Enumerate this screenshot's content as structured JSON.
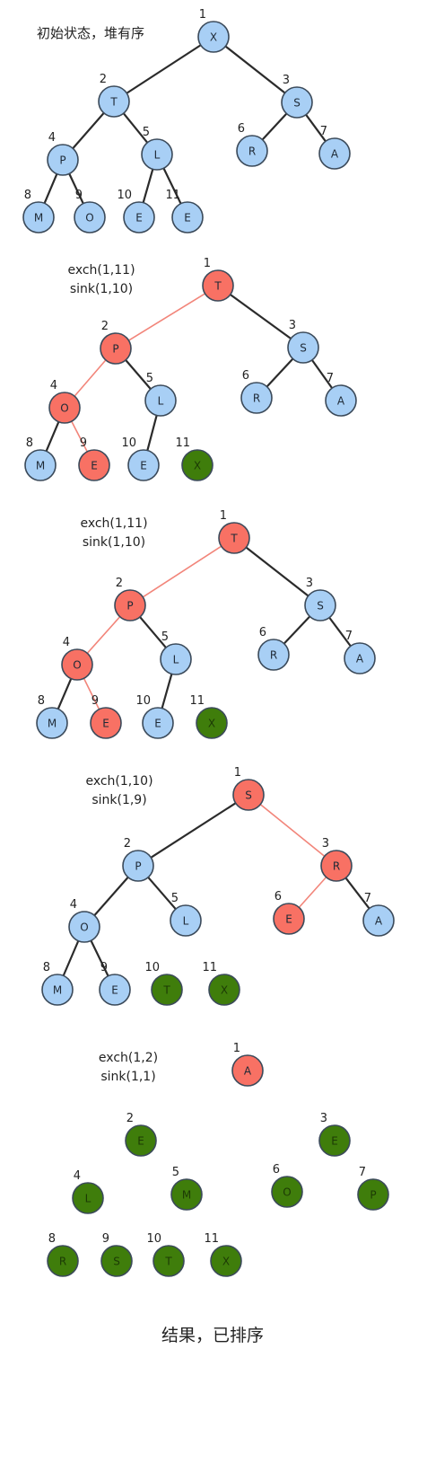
{
  "title_initial": "初始状态，堆有序",
  "title_final": "结果，已排序",
  "colors": {
    "blue": "#a8cff5",
    "red": "#f87164",
    "green": "#3f7d0b",
    "edge_dark": "#2b2b2b",
    "edge_red": "#f2857a",
    "node_stroke": "#3b4a5a"
  },
  "stages": [
    {
      "caption": [
        "",
        ""
      ],
      "nodes": [
        {
          "i": 1,
          "letter": "X",
          "state": "blue"
        },
        {
          "i": 2,
          "letter": "T",
          "state": "blue"
        },
        {
          "i": 3,
          "letter": "S",
          "state": "blue"
        },
        {
          "i": 4,
          "letter": "P",
          "state": "blue"
        },
        {
          "i": 5,
          "letter": "L",
          "state": "blue"
        },
        {
          "i": 6,
          "letter": "R",
          "state": "blue"
        },
        {
          "i": 7,
          "letter": "A",
          "state": "blue"
        },
        {
          "i": 8,
          "letter": "M",
          "state": "blue"
        },
        {
          "i": 9,
          "letter": "O",
          "state": "blue"
        },
        {
          "i": 10,
          "letter": "E",
          "state": "blue"
        },
        {
          "i": 11,
          "letter": "E",
          "state": "blue"
        }
      ],
      "edges": [
        {
          "from": 1,
          "to": 2,
          "style": "dark"
        },
        {
          "from": 1,
          "to": 3,
          "style": "dark"
        },
        {
          "from": 2,
          "to": 4,
          "style": "dark"
        },
        {
          "from": 2,
          "to": 5,
          "style": "dark"
        },
        {
          "from": 3,
          "to": 6,
          "style": "dark"
        },
        {
          "from": 3,
          "to": 7,
          "style": "dark"
        },
        {
          "from": 4,
          "to": 8,
          "style": "dark"
        },
        {
          "from": 4,
          "to": 9,
          "style": "dark"
        },
        {
          "from": 5,
          "to": 10,
          "style": "dark"
        },
        {
          "from": 5,
          "to": 11,
          "style": "dark"
        }
      ]
    },
    {
      "caption": [
        "exch(1,11)",
        "sink(1,10)"
      ],
      "nodes": [
        {
          "i": 1,
          "letter": "T",
          "state": "red"
        },
        {
          "i": 2,
          "letter": "P",
          "state": "red"
        },
        {
          "i": 3,
          "letter": "S",
          "state": "blue"
        },
        {
          "i": 4,
          "letter": "O",
          "state": "red"
        },
        {
          "i": 5,
          "letter": "L",
          "state": "blue"
        },
        {
          "i": 6,
          "letter": "R",
          "state": "blue"
        },
        {
          "i": 7,
          "letter": "A",
          "state": "blue"
        },
        {
          "i": 8,
          "letter": "M",
          "state": "blue"
        },
        {
          "i": 9,
          "letter": "E",
          "state": "red"
        },
        {
          "i": 10,
          "letter": "E",
          "state": "blue"
        },
        {
          "i": 11,
          "letter": "X",
          "state": "green"
        }
      ],
      "edges": [
        {
          "from": 1,
          "to": 2,
          "style": "red"
        },
        {
          "from": 1,
          "to": 3,
          "style": "dark"
        },
        {
          "from": 2,
          "to": 4,
          "style": "red"
        },
        {
          "from": 2,
          "to": 5,
          "style": "dark"
        },
        {
          "from": 3,
          "to": 6,
          "style": "dark"
        },
        {
          "from": 3,
          "to": 7,
          "style": "dark"
        },
        {
          "from": 4,
          "to": 8,
          "style": "dark"
        },
        {
          "from": 4,
          "to": 9,
          "style": "red"
        },
        {
          "from": 5,
          "to": 10,
          "style": "dark"
        }
      ]
    },
    {
      "caption": [
        "exch(1,11)",
        "sink(1,10)"
      ],
      "nodes": [
        {
          "i": 1,
          "letter": "T",
          "state": "red"
        },
        {
          "i": 2,
          "letter": "P",
          "state": "red"
        },
        {
          "i": 3,
          "letter": "S",
          "state": "blue"
        },
        {
          "i": 4,
          "letter": "O",
          "state": "red"
        },
        {
          "i": 5,
          "letter": "L",
          "state": "blue"
        },
        {
          "i": 6,
          "letter": "R",
          "state": "blue"
        },
        {
          "i": 7,
          "letter": "A",
          "state": "blue"
        },
        {
          "i": 8,
          "letter": "M",
          "state": "blue"
        },
        {
          "i": 9,
          "letter": "E",
          "state": "red"
        },
        {
          "i": 10,
          "letter": "E",
          "state": "blue"
        },
        {
          "i": 11,
          "letter": "X",
          "state": "green"
        }
      ],
      "edges": [
        {
          "from": 1,
          "to": 2,
          "style": "red"
        },
        {
          "from": 1,
          "to": 3,
          "style": "dark"
        },
        {
          "from": 2,
          "to": 4,
          "style": "red"
        },
        {
          "from": 2,
          "to": 5,
          "style": "dark"
        },
        {
          "from": 3,
          "to": 6,
          "style": "dark"
        },
        {
          "from": 3,
          "to": 7,
          "style": "dark"
        },
        {
          "from": 4,
          "to": 8,
          "style": "dark"
        },
        {
          "from": 4,
          "to": 9,
          "style": "red"
        },
        {
          "from": 5,
          "to": 10,
          "style": "dark"
        }
      ]
    },
    {
      "caption": [
        "exch(1,10)",
        "sink(1,9)"
      ],
      "nodes": [
        {
          "i": 1,
          "letter": "S",
          "state": "red"
        },
        {
          "i": 2,
          "letter": "P",
          "state": "blue"
        },
        {
          "i": 3,
          "letter": "R",
          "state": "red"
        },
        {
          "i": 4,
          "letter": "O",
          "state": "blue"
        },
        {
          "i": 5,
          "letter": "L",
          "state": "blue"
        },
        {
          "i": 6,
          "letter": "E",
          "state": "red"
        },
        {
          "i": 7,
          "letter": "A",
          "state": "blue"
        },
        {
          "i": 8,
          "letter": "M",
          "state": "blue"
        },
        {
          "i": 9,
          "letter": "E",
          "state": "blue"
        },
        {
          "i": 10,
          "letter": "T",
          "state": "green"
        },
        {
          "i": 11,
          "letter": "X",
          "state": "green"
        }
      ],
      "edges": [
        {
          "from": 1,
          "to": 2,
          "style": "dark"
        },
        {
          "from": 1,
          "to": 3,
          "style": "red"
        },
        {
          "from": 2,
          "to": 4,
          "style": "dark"
        },
        {
          "from": 2,
          "to": 5,
          "style": "dark"
        },
        {
          "from": 3,
          "to": 6,
          "style": "red"
        },
        {
          "from": 3,
          "to": 7,
          "style": "dark"
        },
        {
          "from": 4,
          "to": 8,
          "style": "dark"
        },
        {
          "from": 4,
          "to": 9,
          "style": "dark"
        }
      ]
    },
    {
      "caption": [
        "exch(1,2)",
        "sink(1,1)"
      ],
      "nodes": [
        {
          "i": 1,
          "letter": "A",
          "state": "red"
        },
        {
          "i": 2,
          "letter": "E",
          "state": "green"
        },
        {
          "i": 3,
          "letter": "E",
          "state": "green"
        },
        {
          "i": 4,
          "letter": "L",
          "state": "green"
        },
        {
          "i": 5,
          "letter": "M",
          "state": "green"
        },
        {
          "i": 6,
          "letter": "O",
          "state": "green"
        },
        {
          "i": 7,
          "letter": "P",
          "state": "green"
        },
        {
          "i": 8,
          "letter": "R",
          "state": "green"
        },
        {
          "i": 9,
          "letter": "S",
          "state": "green"
        },
        {
          "i": 10,
          "letter": "T",
          "state": "green"
        },
        {
          "i": 11,
          "letter": "X",
          "state": "green"
        }
      ],
      "edges": []
    }
  ]
}
